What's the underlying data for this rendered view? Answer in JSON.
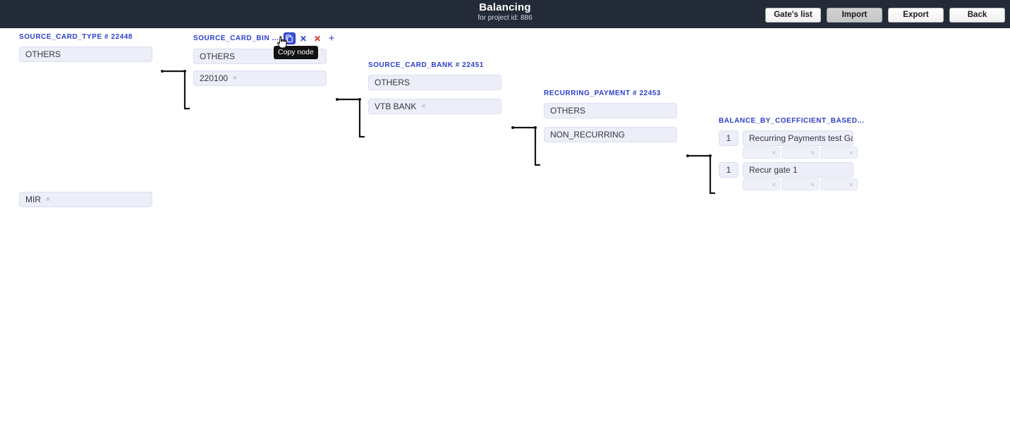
{
  "header": {
    "title": "Balancing",
    "subtitle": "for project id: 886",
    "buttons": [
      {
        "label": "Gate's list",
        "state": "normal"
      },
      {
        "label": "Import",
        "state": "pressed"
      },
      {
        "label": "Export",
        "state": "normal"
      },
      {
        "label": "Back",
        "state": "normal"
      }
    ]
  },
  "colors": {
    "topbar_bg": "#232b38",
    "accent_blue": "#2c3ecb",
    "danger_red": "#e2241a",
    "field_bg": "#eceef8",
    "field_border": "#dcdff0",
    "active_icon_bg": "#3b4ee0"
  },
  "tooltip": {
    "text": "Copy node"
  },
  "node_tools": [
    {
      "name": "copy-node-icon",
      "icon": "copy-icon",
      "state": "active",
      "color": "#ffffff"
    },
    {
      "name": "close-node-icon",
      "icon": "x-icon",
      "state": "normal",
      "color": "#2c3ecb"
    },
    {
      "name": "delete-node-icon",
      "icon": "x-icon",
      "state": "normal",
      "color": "#e2241a"
    },
    {
      "name": "add-node-icon",
      "icon": "plus-icon",
      "state": "normal",
      "color": "#2c3ecb"
    }
  ],
  "nodes": [
    {
      "title": "SOURCE_CARD_TYPE # 22448",
      "fields": [
        {
          "value": "OTHERS",
          "removable": false
        },
        {
          "value": "MIR",
          "removable": true
        }
      ]
    },
    {
      "title": "SOURCE_CARD_BIN ...",
      "fields": [
        {
          "value": "OTHERS",
          "removable": false
        },
        {
          "value": "220100",
          "removable": true
        }
      ]
    },
    {
      "title": "SOURCE_CARD_BANK # 22451",
      "fields": [
        {
          "value": "OTHERS",
          "removable": false
        },
        {
          "value": "VTB BANK",
          "removable": true
        }
      ]
    },
    {
      "title": "RECURRING_PAYMENT # 22453",
      "fields": [
        {
          "value": "OTHERS",
          "removable": false
        },
        {
          "value": "NON_RECURRING",
          "removable": false
        }
      ]
    }
  ],
  "balance_node": {
    "title": "BALANCE_BY_COEFFICIENT_BASED...",
    "rows": [
      {
        "coefficient": "1",
        "gate": "Recurring Payments test Gate",
        "subfields": [
          {
            "value": "",
            "removable": true
          },
          {
            "value": "",
            "removable": true
          },
          {
            "value": "",
            "removable": true
          }
        ]
      },
      {
        "coefficient": "1",
        "gate": "Recur gate 1",
        "subfields": [
          {
            "value": "",
            "removable": true
          },
          {
            "value": "",
            "removable": true
          },
          {
            "value": "",
            "removable": true
          }
        ]
      }
    ]
  },
  "chip_remove_glyph": "×"
}
